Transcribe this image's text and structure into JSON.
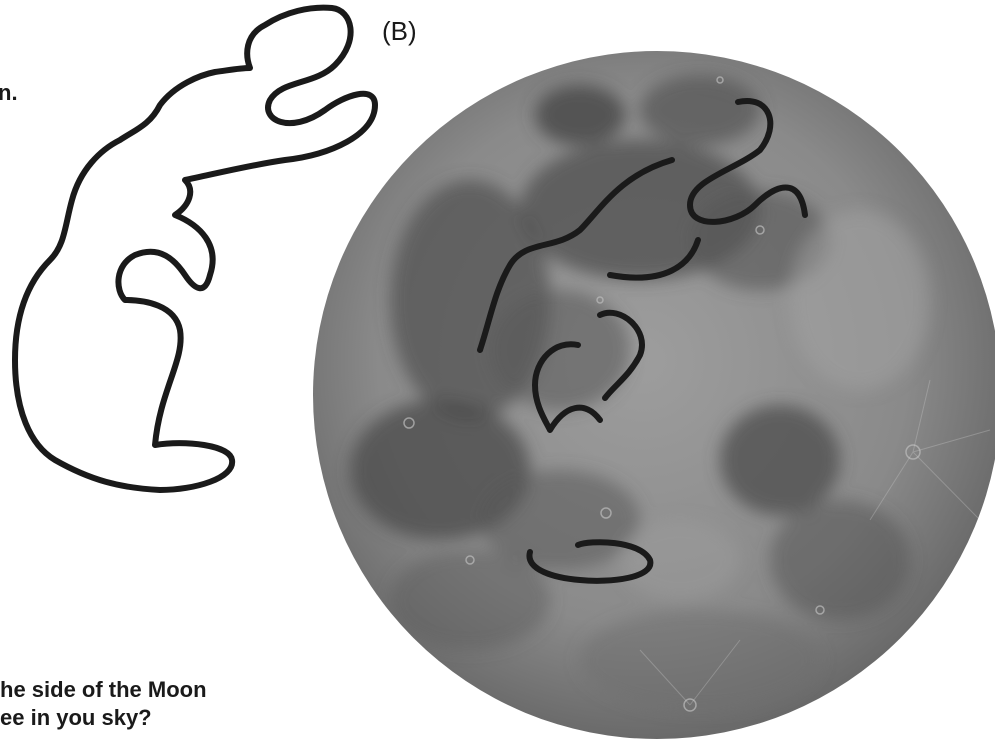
{
  "figure": {
    "label": "(B)",
    "partial_text": "n.",
    "question_lines": [
      "he side of the Moon",
      "ee in you sky?"
    ]
  },
  "colors": {
    "outline": "#1a1a1a",
    "moon_base": "#8c8c8c",
    "mare_dark": "#4e4e4e"
  },
  "icons": {
    "rabbit_outline": "rabbit-outline-drawing",
    "moon": "full-moon-photo"
  }
}
